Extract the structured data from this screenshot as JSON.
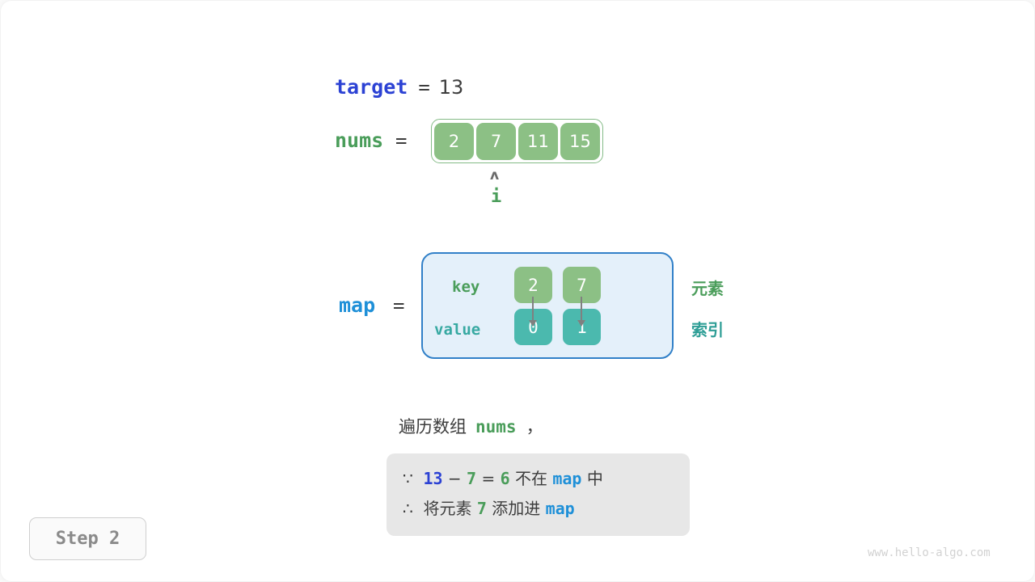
{
  "variables": {
    "target": {
      "name": "target",
      "equals": "=",
      "value": "13"
    },
    "nums": {
      "name": "nums",
      "equals": "=",
      "cells": [
        "2",
        "7",
        "11",
        "15"
      ]
    },
    "map": {
      "name": "map",
      "equals": "=",
      "key_row_label": "key",
      "value_row_label": "value",
      "entries": [
        {
          "key": "2",
          "value": "0"
        },
        {
          "key": "7",
          "value": "1"
        }
      ]
    }
  },
  "pointer": {
    "caret": "ʌ",
    "label": "i",
    "index": 1
  },
  "legend": {
    "element": "元素",
    "index": "索引"
  },
  "caption": {
    "prefix": "遍历数组",
    "code": "nums",
    "suffix": "，"
  },
  "note": {
    "line1": {
      "symbol": "∵",
      "a": "13",
      "op": "−",
      "b": "7",
      "eq": "=",
      "c": "6",
      "text1": "不在",
      "map": "map",
      "text2": "中"
    },
    "line2": {
      "symbol": "∴",
      "text1": "将元素",
      "num": "7",
      "text2": "添加进",
      "map": "map"
    }
  },
  "step_badge": "Step 2",
  "watermark": "www.hello-algo.com",
  "colors": {
    "green": "#8cc085",
    "green_text": "#4a9d5a",
    "teal": "#4bb9ae",
    "teal_text": "#2e9e96",
    "blue_royal": "#2c42d4",
    "blue_light": "#1f90d8",
    "map_bg": "#e4f0fa",
    "map_border": "#3180c8",
    "note_bg": "#e7e7e7",
    "gray_text": "#3d3d3d",
    "arrow_gray": "#808080"
  }
}
